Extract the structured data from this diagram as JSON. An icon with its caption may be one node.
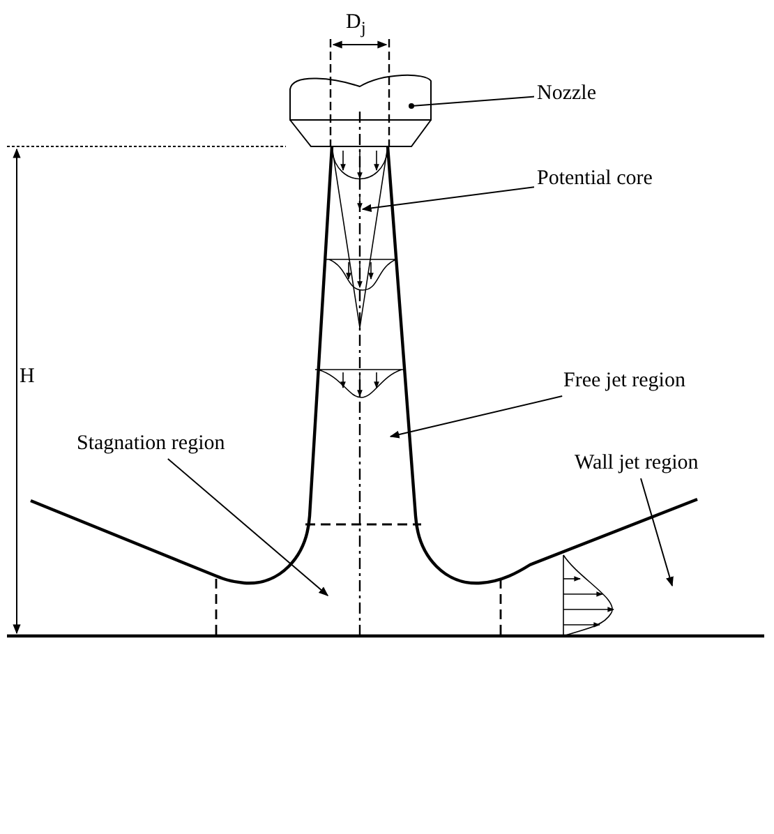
{
  "diagram": {
    "nodes": [
      {
        "text": [
          "Nozzle"
        ]
      },
      {
        "text": [
          "Potential core"
        ]
      },
      {
        "text": [
          "Free jet region"
        ]
      },
      {
        "text": [
          "Stagnation region"
        ]
      },
      {
        "text": [
          "Wall jet region"
        ]
      }
    ],
    "edges": [
      {
        "from": 0,
        "to": null,
        "arrow": "other"
      },
      {
        "from": 1,
        "to": null,
        "arrow": "to"
      },
      {
        "from": 2,
        "to": null,
        "arrow": "to"
      },
      {
        "from": 3,
        "to": null,
        "arrow": "to"
      },
      {
        "from": 4,
        "to": null,
        "arrow": "to"
      }
    ],
    "labels": [
      "D$_{j}$",
      "H"
    ]
  }
}
